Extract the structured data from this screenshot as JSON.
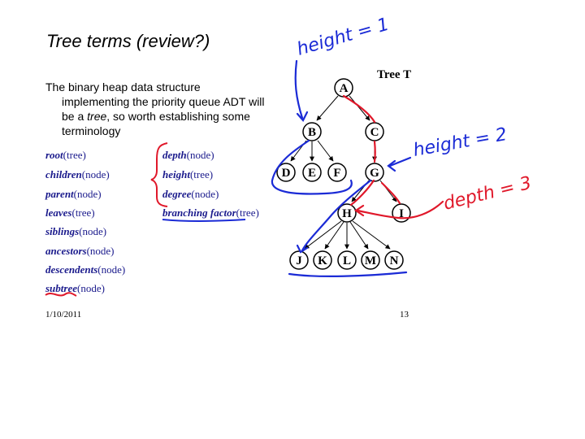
{
  "slide": {
    "title": "Tree terms (review?)",
    "intro": {
      "line1": "The binary heap data structure",
      "line2": "implementing the priority queue ADT will",
      "line3_pre": "be a ",
      "line3_em": "tree",
      "line3_post": ", so worth establishing some",
      "line4": "terminology"
    },
    "terms_left": [
      {
        "term": "root",
        "arg": "(tree)"
      },
      {
        "term": "children",
        "arg": "(node)"
      },
      {
        "term": "parent",
        "arg": "(node)"
      },
      {
        "term": "leaves",
        "arg": "(tree)"
      },
      {
        "term": "siblings",
        "arg": "(node)"
      },
      {
        "term": "ancestors",
        "arg": "(node)"
      },
      {
        "term": "descendents",
        "arg": "(node)"
      },
      {
        "term": "subtree",
        "arg": "(node)"
      }
    ],
    "terms_right": [
      {
        "term": "depth",
        "arg": "(node)"
      },
      {
        "term": "height",
        "arg": "(tree)"
      },
      {
        "term": "degree",
        "arg": "(node)"
      },
      {
        "term": "branching factor",
        "arg": "(tree)"
      }
    ],
    "tree_label": "Tree T",
    "nodes": [
      "A",
      "B",
      "C",
      "D",
      "E",
      "F",
      "G",
      "H",
      "I",
      "J",
      "K",
      "L",
      "M",
      "N"
    ],
    "annotations": {
      "height_tree": "height = 1",
      "height_g": "height = 2",
      "depth_h": "depth = 3"
    },
    "footer_date": "1/10/2011",
    "page_number": "13",
    "colors": {
      "blue_ink": "#1b2bd6",
      "red_ink": "#e0182a",
      "term_blue": "#1a1a8c"
    }
  }
}
